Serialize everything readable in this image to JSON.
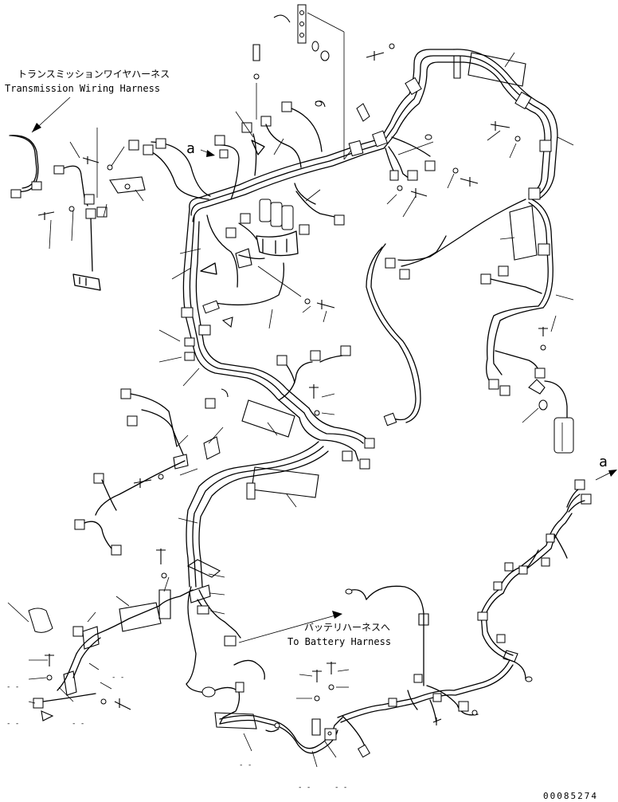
{
  "labels": {
    "transmission_jp": "トランスミッションワイヤハーネス",
    "transmission_en": "Transmission Wiring Harness",
    "battery_jp": "バッテリハーネスへ",
    "battery_en": "To Battery Harness",
    "ref_a_left": "a",
    "ref_a_right": "a",
    "drawing_number": "00085274"
  }
}
